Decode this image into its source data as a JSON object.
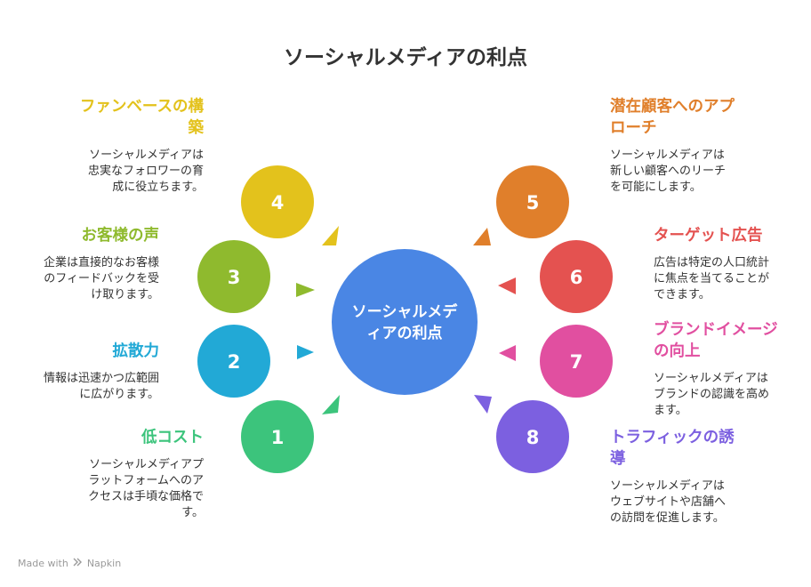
{
  "title": "ソーシャルメディアの利点",
  "center": {
    "line1": "ソーシャルメデ",
    "line2": "ィアの利点"
  },
  "items": [
    {
      "num": "1",
      "heading": "低コスト",
      "desc": "ソーシャルメディアプラットフォームへのアクセスは手頃な価格です。",
      "color": "#3cc47c"
    },
    {
      "num": "2",
      "heading": "拡散力",
      "desc": "情報は迅速かつ広範囲に広がります。",
      "color": "#22a9d6"
    },
    {
      "num": "3",
      "heading": "お客様の声",
      "desc": "企業は直接的なお客様のフィードバックを受け取ります。",
      "color": "#8fba2e"
    },
    {
      "num": "4",
      "heading": "ファンベースの構築",
      "desc": "ソーシャルメディアは忠実なフォロワーの育成に役立ちます。",
      "color": "#e3c21c"
    },
    {
      "num": "5",
      "heading": "潜在顧客へのアプローチ",
      "desc": "ソーシャルメディアは新しい顧客へのリーチを可能にします。",
      "color": "#e07f2b"
    },
    {
      "num": "6",
      "heading": "ターゲット広告",
      "desc": "広告は特定の人口統計に焦点を当てることができます。",
      "color": "#e45250"
    },
    {
      "num": "7",
      "heading": "ブランドイメージの向上",
      "desc": "ソーシャルメディアはブランドの認識を高めます。",
      "color": "#e14fa0"
    },
    {
      "num": "8",
      "heading": "トラフィックの誘導",
      "desc": "ソーシャルメディアはウェブサイトや店舗への訪問を促進します。",
      "color": "#7c60e0"
    }
  ],
  "center_color": "#4a86e4",
  "footer": {
    "made_with": "Made with",
    "brand": "Napkin"
  }
}
